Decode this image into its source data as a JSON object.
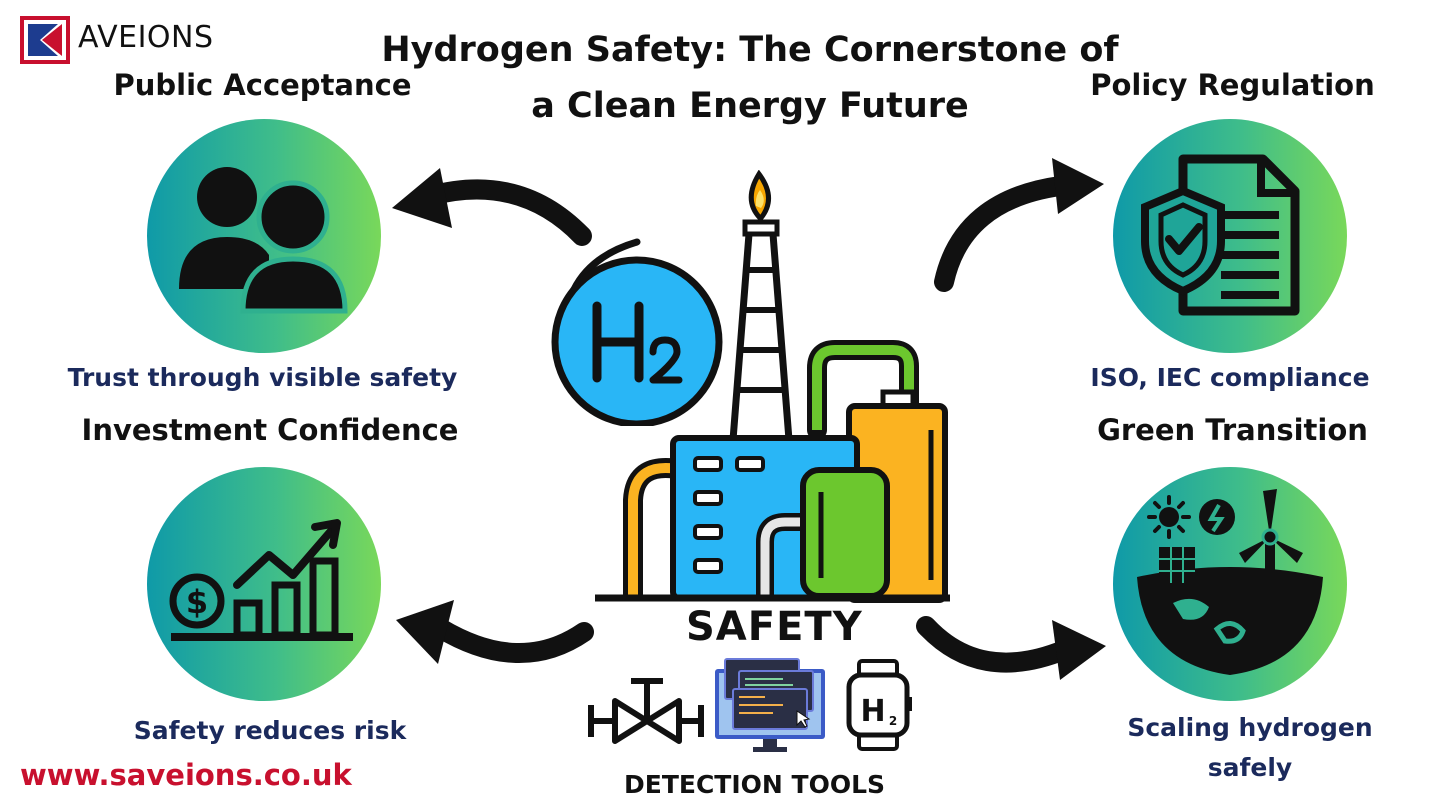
{
  "brand": {
    "name": "AVEIONS",
    "website": "www.saveions.co.uk"
  },
  "title": "Hydrogen Safety: The Cornerstone of a Clean Energy Future",
  "center": {
    "label": "SAFETY",
    "badge": "H2",
    "tools_label": "DETECTION TOOLS"
  },
  "quadrants": {
    "top_left": {
      "heading": "Public Acceptance",
      "caption": "Trust through visible safety",
      "icon": "people-icon"
    },
    "top_right": {
      "heading": "Policy Regulation",
      "caption": "ISO, IEC compliance",
      "icon": "shield-document-icon"
    },
    "bottom_left": {
      "heading": "Investment Confidence",
      "caption": "Safety reduces risk",
      "icon": "growth-chart-icon"
    },
    "bottom_right": {
      "heading": "Green Transition",
      "caption_line1": "Scaling hydrogen",
      "caption_line2": "safely",
      "icon": "green-earth-icon"
    }
  },
  "colors": {
    "brand_red": "#c8102e",
    "brand_blue": "#1d3c8f",
    "caption_navy": "#1b2a5c",
    "circle_start": "#0f9aa8",
    "circle_end": "#79d85a",
    "h2_blue": "#29b6f6"
  }
}
